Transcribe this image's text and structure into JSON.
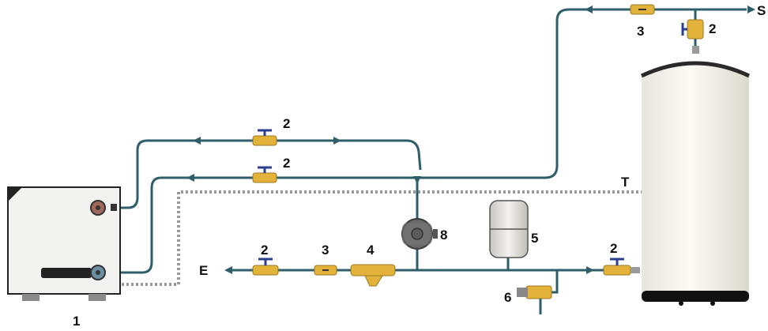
{
  "labels": {
    "unit": "1",
    "valve": "2",
    "check_valve": "3",
    "filter": "4",
    "expansion_tank": "5",
    "safety_valve": "6",
    "pump": "8",
    "inlet": "E",
    "outlet": "S",
    "sensor": "T"
  },
  "colors": {
    "pipe": "#2f5e6b",
    "valve_body": "#e2b23a",
    "valve_handle": "#2c3f8f",
    "tank": "#f1efe8",
    "pump": "#6a6a6a",
    "dashed_line": "#9a9a9a"
  }
}
